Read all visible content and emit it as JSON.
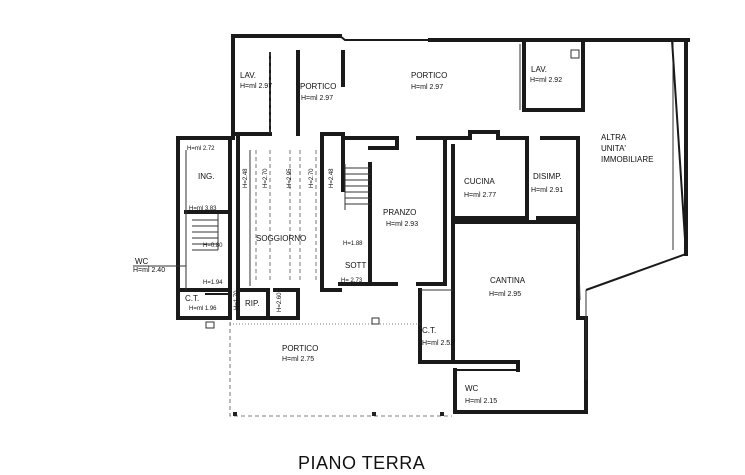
{
  "title": "PIANO TERRA",
  "rooms": {
    "lav_left": {
      "name": "LAV.",
      "height": "H=ml 2.97"
    },
    "portico_left": {
      "name": "PORTICO",
      "height": "H=ml 2.97"
    },
    "portico_top": {
      "name": "PORTICO",
      "height": "H=ml 2.97"
    },
    "lav_right": {
      "name": "LAV.",
      "height": "H=ml 2.92"
    },
    "altra_unita": {
      "line1": "ALTRA",
      "line2": "UNITA'",
      "line3": "IMMOBILIARE"
    },
    "ing": {
      "name": "ING.",
      "h1": "H=ml 2.72",
      "h2": "H=ml 3.83",
      "h3": "H=0.80",
      "h4": "H=1.94"
    },
    "soggiorno": {
      "name": "SOGGIORNO",
      "v1": "H=2.48",
      "v2": "H=2.70",
      "v3": "H=2.95",
      "v4": "H=2.70",
      "v5": "H=2.48"
    },
    "pranzo": {
      "name": "PRANZO",
      "height": "H=ml 2.93",
      "small": "H=1.88"
    },
    "sott": {
      "name": "SOTT",
      "height": "H= 2.73"
    },
    "cucina": {
      "name": "CUCINA",
      "height": "H=ml 2.77"
    },
    "disimp": {
      "name": "DISIMP.",
      "height": "H=ml 2.91"
    },
    "cantina": {
      "name": "CANTINA",
      "height": "H=ml 2.95"
    },
    "wc_left": {
      "name": "WC",
      "height": "H=ml 2.40"
    },
    "ct_left": {
      "name": "C.T.",
      "height": "H=ml 1.96"
    },
    "rip": {
      "name": "RIP.",
      "v1": "H=1.70",
      "v2": "H=2.60"
    },
    "portico_bottom": {
      "name": "PORTICO",
      "height": "H=ml 2.75"
    },
    "ct_right": {
      "name": "C.T.",
      "height": "H=ml 2.52"
    },
    "wc_right": {
      "name": "WC",
      "height": "H=ml 2.15"
    }
  }
}
